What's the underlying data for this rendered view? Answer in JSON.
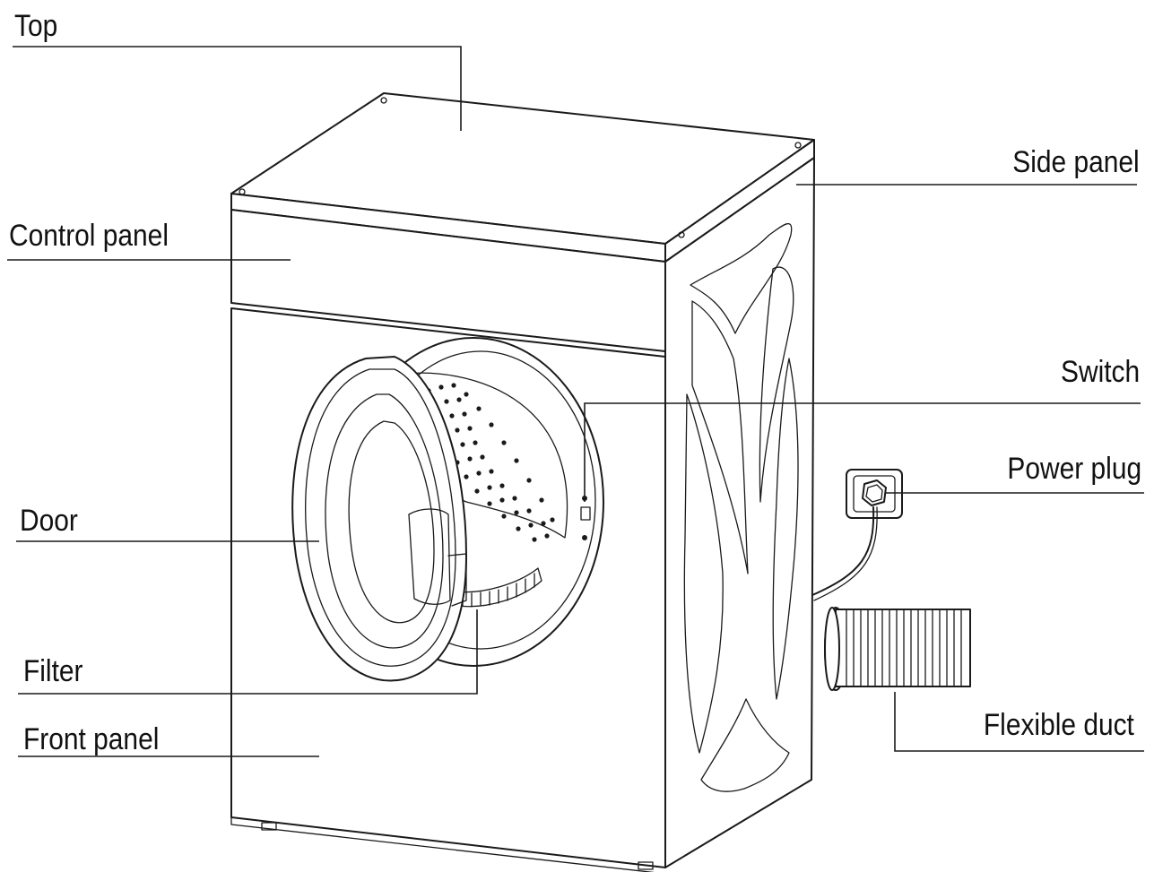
{
  "labels": {
    "top": "Top",
    "control_panel": "Control panel",
    "door": "Door",
    "filter": "Filter",
    "front_panel": "Front panel",
    "side_panel": "Side panel",
    "switch": "Switch",
    "power_plug": "Power plug",
    "flexible_duct": "Flexible duct"
  },
  "colors": {
    "line": "#1a1a1a",
    "background": "#ffffff"
  }
}
